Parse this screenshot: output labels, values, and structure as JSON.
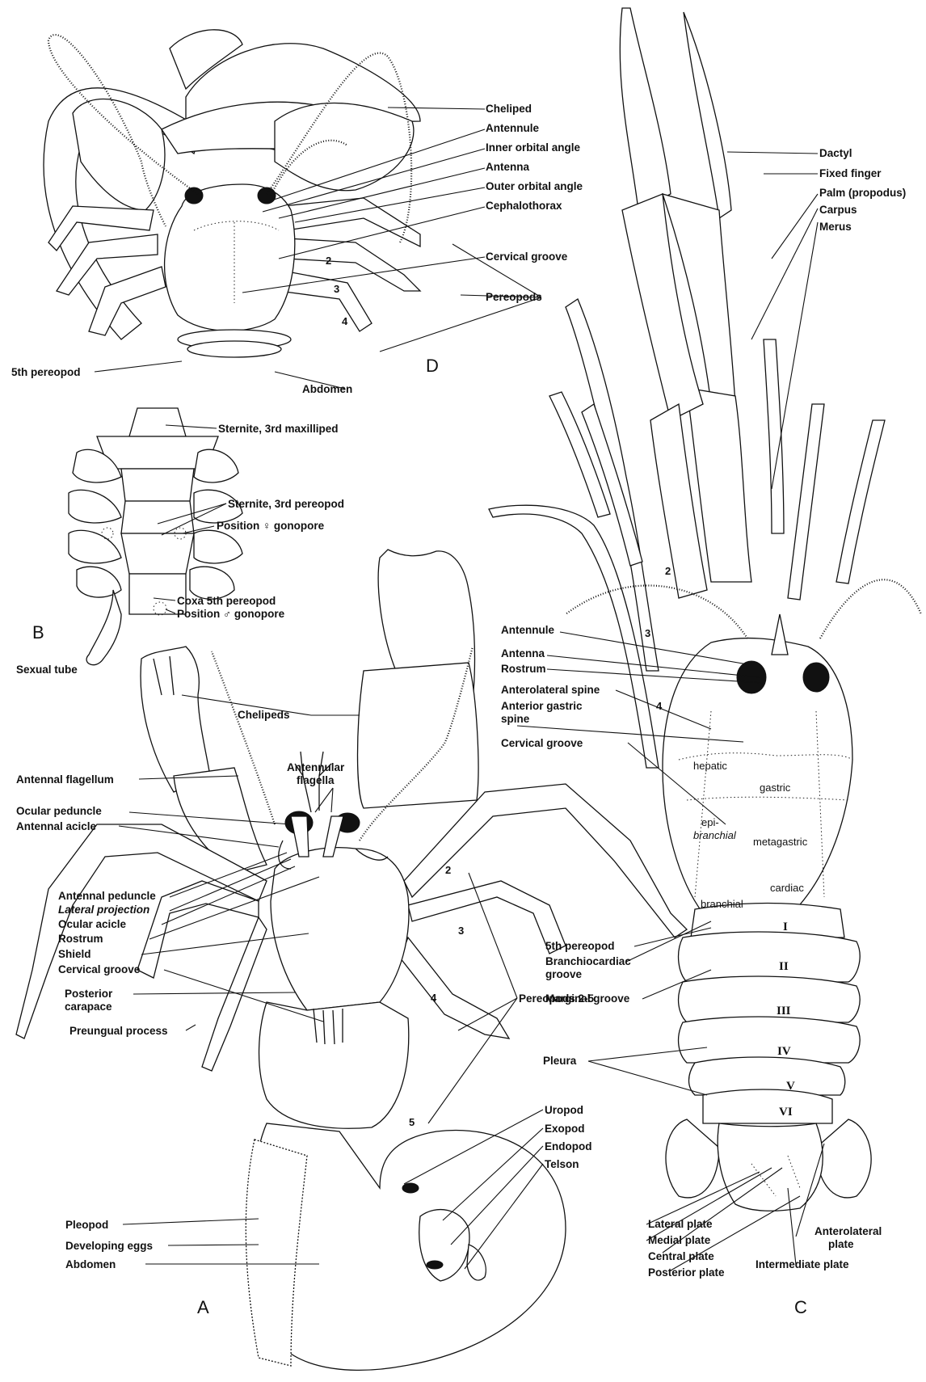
{
  "figure": {
    "panel_letters": {
      "A": "A",
      "B": "B",
      "C": "C",
      "D": "D"
    },
    "panel_D_labels": {
      "cheliped": "Cheliped",
      "antennule": "Antennule",
      "inner_orbital_angle": "Inner orbital angle",
      "antenna": "Antenna",
      "outer_orbital_angle": "Outer orbital angle",
      "cephalothorax": "Cephalothorax",
      "cervical_groove": "Cervical groove",
      "pereopods": "Pereopods",
      "fifth_pereopod": "5th pereopod",
      "abdomen": "Abdomen"
    },
    "panel_B_labels": {
      "sternite_3rd_maxilliped": "Sternite, 3rd maxilliped",
      "sternite_3rd_pereopod": "Sternite, 3rd pereopod",
      "position_female_gonopore": "Position ♀ gonopore",
      "coxa_5th_pereopod": "Coxa 5th pereopod",
      "position_male_gonopore": "Position ♂ gonopore",
      "sexual_tube": "Sexual tube"
    },
    "panel_A_labels": {
      "chelipeds": "Chelipeds",
      "antennal_flagellum": "Antennal flagellum",
      "antennular_flagella_1": "Antennular",
      "antennular_flagella_2": "flagella",
      "ocular_peduncle": "Ocular peduncle",
      "antennal_acicle": "Antennal acicle",
      "antennal_peduncle": "Antennal peduncle",
      "lateral_projection": "Lateral projection",
      "ocular_acicle": "Ocular acicle",
      "rostrum": "Rostrum",
      "shield": "Shield",
      "cervical_groove": "Cervical groove",
      "posterior_carapace_1": "Posterior",
      "posterior_carapace_2": "carapace",
      "preungual_process": "Preungual process",
      "pereopods_2_5": "Pereopods 2-5",
      "uropod": "Uropod",
      "exopod": "Exopod",
      "endopod": "Endopod",
      "telson": "Telson",
      "pleopod": "Pleopod",
      "developing_eggs": "Developing eggs",
      "abdomen": "Abdomen"
    },
    "panel_C_labels": {
      "dactyl": "Dactyl",
      "fixed_finger": "Fixed finger",
      "palm": "Palm (propodus)",
      "carpus": "Carpus",
      "merus": "Merus",
      "antennule": "Antennule",
      "antenna": "Antenna",
      "rostrum": "Rostrum",
      "anterolateral_spine": "Anterolateral spine",
      "anterior_gastric_spine_1": "Anterior gastric",
      "anterior_gastric_spine_2": "spine",
      "cervical_groove": "Cervical groove",
      "fifth_pereopod": "5th pereopod",
      "branchiocardiac_groove_1": "Branchiocardiac",
      "branchiocardiac_groove_2": "groove",
      "marginal_groove": "Marginal groove",
      "pleura": "Pleura",
      "lateral_plate": "Lateral plate",
      "medial_plate": "Medial plate",
      "central_plate": "Central plate",
      "posterior_plate": "Posterior plate",
      "anterolateral_plate_1": "Anterolateral",
      "anterolateral_plate_2": "plate",
      "intermediate_plate": "Intermediate plate"
    },
    "panel_C_regions": {
      "hepatic": "hepatic",
      "gastric": "gastric",
      "epibranchial_1": "epi-",
      "epibranchial_2": "branchial",
      "metagastric": "metagastric",
      "cardiac": "cardiac",
      "branchial": "branchial"
    },
    "abdominal_somites": [
      "I",
      "II",
      "III",
      "IV",
      "V",
      "VI"
    ],
    "leg_numbers": {
      "D": [
        "2",
        "3",
        "4"
      ],
      "A": [
        "2",
        "3",
        "4",
        "5"
      ],
      "C": [
        "2",
        "3",
        "4"
      ]
    }
  }
}
